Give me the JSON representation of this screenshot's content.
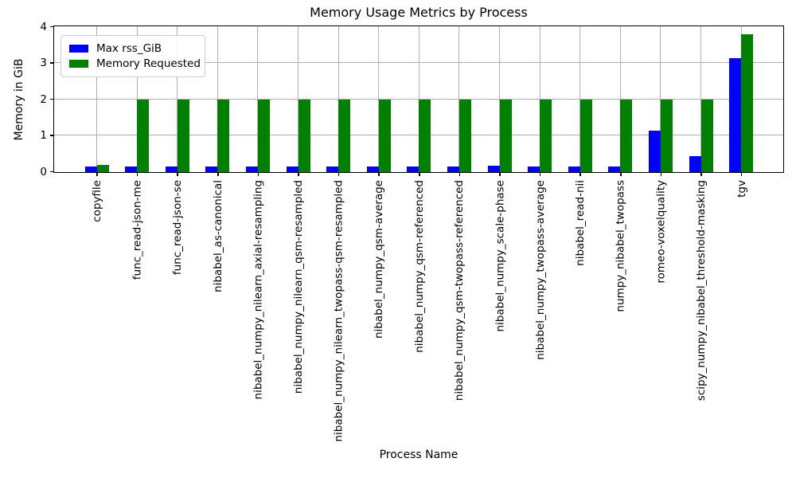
{
  "chart_data": {
    "type": "bar",
    "title": "Memory Usage Metrics by Process",
    "xlabel": "Process Name",
    "ylabel": "Memory in GiB",
    "ylim": [
      0,
      4
    ],
    "yticks": [
      0,
      1,
      2,
      3,
      4
    ],
    "grid": true,
    "legend_position": "upper-left",
    "grid_color": "#b0b0b0",
    "categories": [
      "copyfile",
      "func_read-json-me",
      "func_read-json-se",
      "nibabel_as-canonical",
      "nibabel_numpy_nilearn_axial-resampling",
      "nibabel_numpy_nilearn_qsm-resampled",
      "nibabel_numpy_nilearn_twopass-qsm-resampled",
      "nibabel_numpy_qsm-average",
      "nibabel_numpy_qsm-referenced",
      "nibabel_numpy_qsm-twopass-referenced",
      "nibabel_numpy_scale-phase",
      "nibabel_numpy_twopass-average",
      "nibabel_read-nii",
      "numpy_nibabel_twopass",
      "romeo-voxelquality",
      "scipy_numpy_nibabel_threshold-masking",
      "tgv"
    ],
    "series": [
      {
        "name": "Max rss_GiB",
        "color": "#0000ff",
        "values": [
          0.15,
          0.15,
          0.15,
          0.15,
          0.15,
          0.15,
          0.15,
          0.15,
          0.15,
          0.15,
          0.18,
          0.15,
          0.15,
          0.15,
          1.15,
          0.45,
          3.15
        ]
      },
      {
        "name": "Memory Requested",
        "color": "#008000",
        "values": [
          0.2,
          2,
          2,
          2,
          2,
          2,
          2,
          2,
          2,
          2,
          2,
          2,
          2,
          2,
          2,
          2,
          3.8
        ]
      }
    ]
  }
}
